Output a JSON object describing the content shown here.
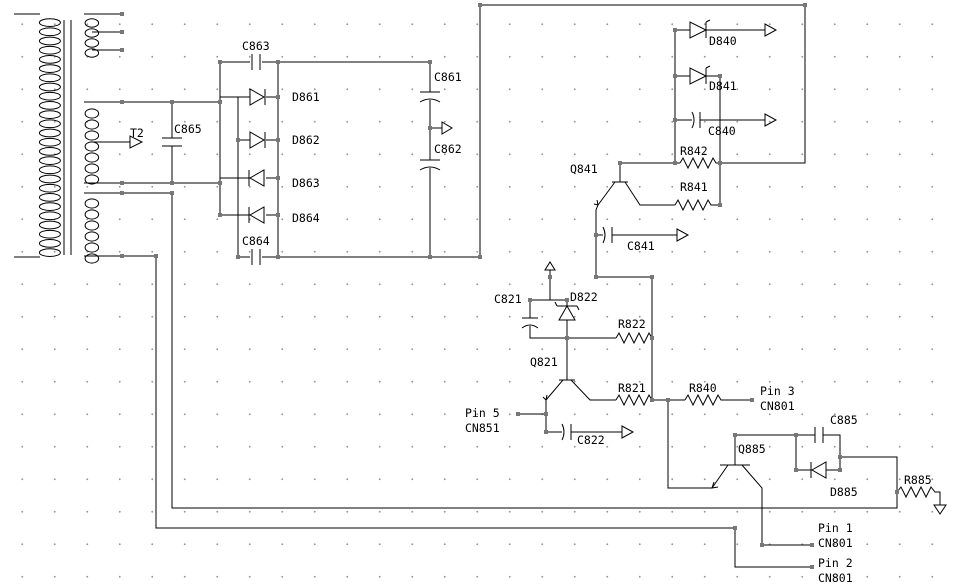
{
  "labels": {
    "c863": "C863",
    "d861": "D861",
    "d862": "D862",
    "d863": "D863",
    "d864": "D864",
    "c864": "C864",
    "c865": "C865",
    "t2": "T2",
    "c861": "C861",
    "c862": "C862",
    "d840": "D840",
    "d841": "D841",
    "c840": "C840",
    "r842": "R842",
    "r841": "R841",
    "q841": "Q841",
    "c841": "C841",
    "c821": "C821",
    "d822": "D822",
    "r822": "R822",
    "q821": "Q821",
    "r821": "R821",
    "r840": "R840",
    "c822": "C822",
    "pin5": "Pin 5",
    "cn851": "CN851",
    "pin3": "Pin 3",
    "cn801_a": "CN801",
    "q885": "Q885",
    "c885": "C885",
    "d885": "D885",
    "r885": "R885",
    "pin1": "Pin 1",
    "cn801_b": "CN801",
    "pin2": "Pin 2",
    "cn801_c": "CN801"
  }
}
